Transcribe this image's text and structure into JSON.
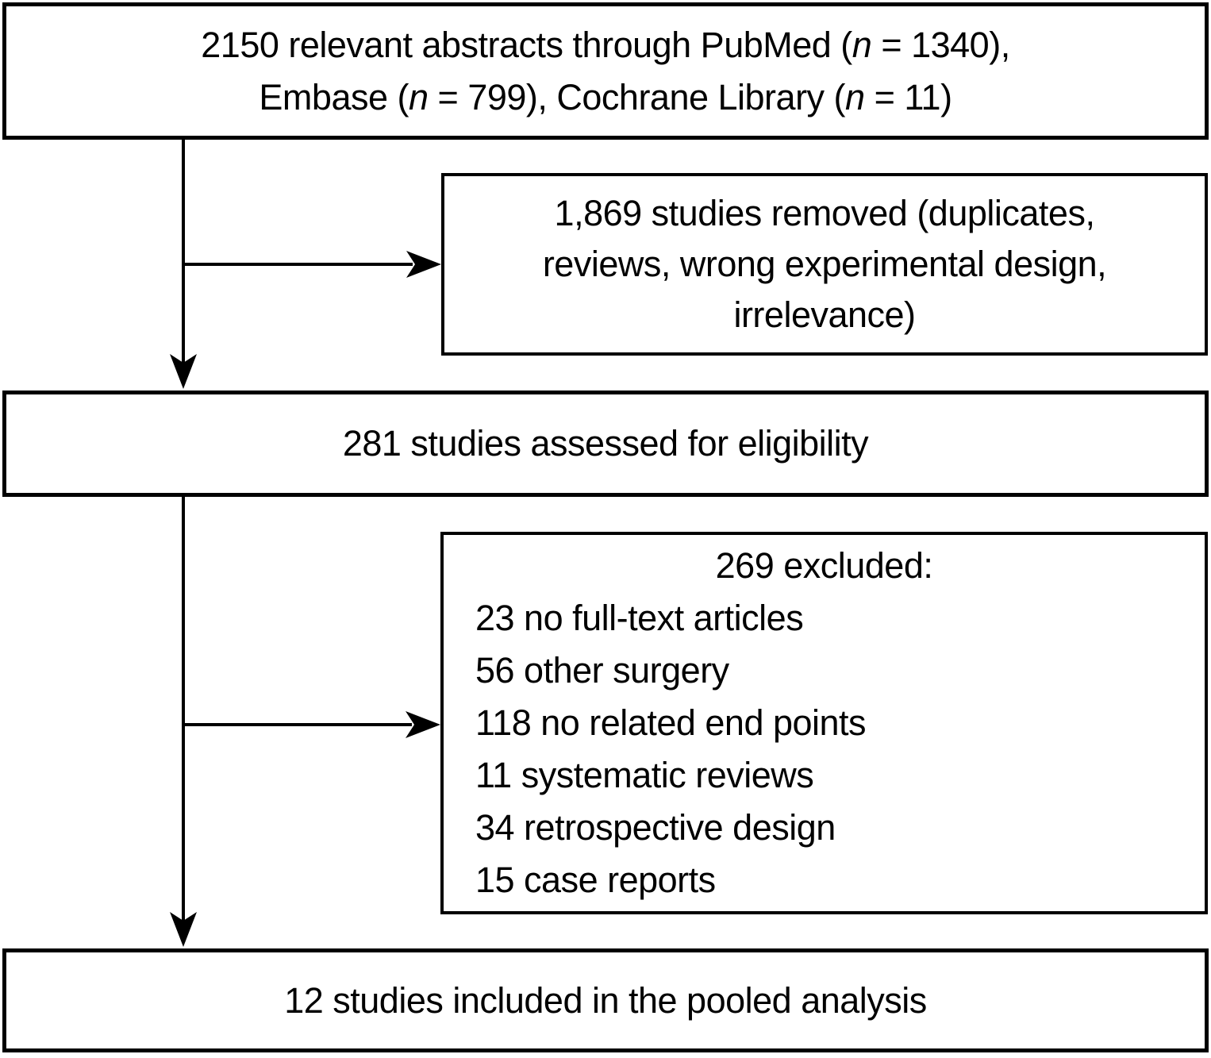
{
  "diagram": {
    "type": "prisma-flowchart",
    "colors": {
      "line": "#000000",
      "text": "#000000",
      "background": "#ffffff"
    },
    "boxes": {
      "identified": {
        "lines": [
          [
            {
              "text": "2150 relevant abstracts through PubMed ("
            },
            {
              "text": "n",
              "italic": true
            },
            {
              "text": " = 1340),"
            }
          ],
          [
            {
              "text": "Embase ("
            },
            {
              "text": "n",
              "italic": true
            },
            {
              "text": " = 799), Cochrane Library ("
            },
            {
              "text": "n",
              "italic": true
            },
            {
              "text": " = 11)"
            }
          ]
        ]
      },
      "removed": {
        "lines": [
          "1,869 studies removed (duplicates,",
          "reviews, wrong experimental design,",
          "irrelevance)"
        ]
      },
      "eligible": {
        "text": "281 studies assessed for eligibility"
      },
      "excluded": {
        "title": "269 excluded:",
        "items": [
          "23 no full-text articles",
          "56 other surgery",
          "118 no related end points",
          "11 systematic reviews",
          "34 retrospective design",
          "15 case reports"
        ]
      },
      "included": {
        "text": "12 studies included in the pooled analysis"
      }
    }
  }
}
